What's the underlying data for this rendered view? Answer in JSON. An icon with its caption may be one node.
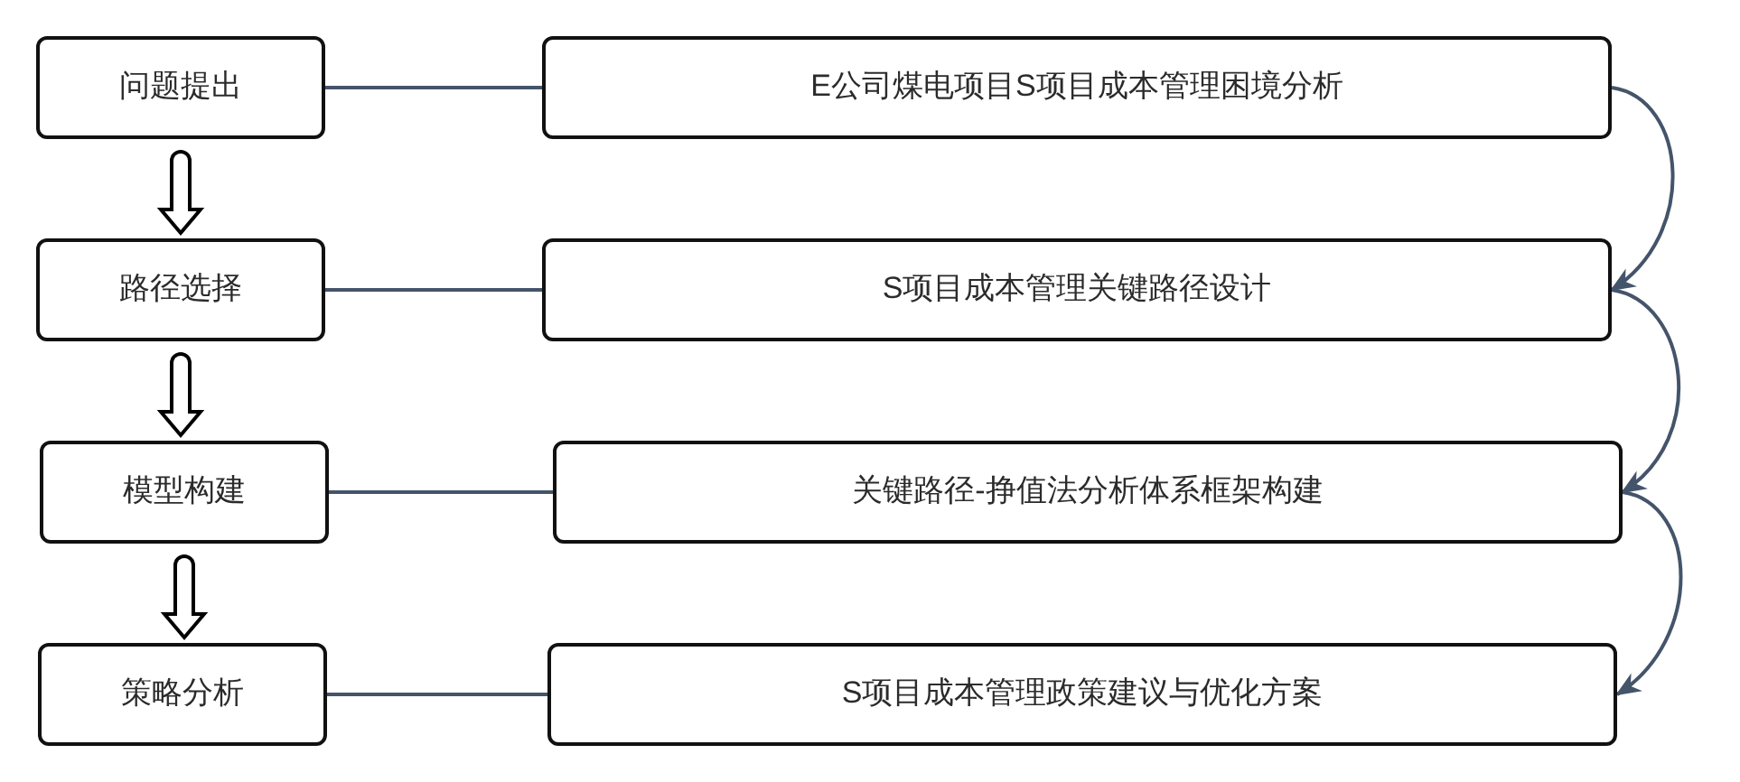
{
  "diagram": {
    "nodes": [
      {
        "text": [
          "问题提出"
        ]
      },
      {
        "text": [
          "E公司煤电项目S项目成本管理困境分析"
        ]
      },
      {
        "text": [
          "路径选择"
        ]
      },
      {
        "text": [
          "S项目成本管理关键路径设计"
        ]
      },
      {
        "text": [
          "模型构建"
        ]
      },
      {
        "text": [
          "关键路径-挣值法分析体系框架构建"
        ]
      },
      {
        "text": [
          "策略分析"
        ]
      },
      {
        "text": [
          "S项目成本管理政策建议与优化方案"
        ]
      }
    ],
    "edges": [
      {
        "from": 0,
        "to": 1,
        "arrow": "none"
      },
      {
        "from": 2,
        "to": 3,
        "arrow": "none"
      },
      {
        "from": 4,
        "to": 5,
        "arrow": "none"
      },
      {
        "from": 6,
        "to": 7,
        "arrow": "none"
      },
      {
        "from": 0,
        "to": 2,
        "arrow": "to",
        "style": "thick",
        "color": "#000000"
      },
      {
        "from": 2,
        "to": 4,
        "arrow": "to",
        "style": "thick",
        "color": "#000000"
      },
      {
        "from": 4,
        "to": 6,
        "arrow": "to",
        "style": "thick",
        "color": "#000000"
      },
      {
        "from": 1,
        "to": 3,
        "arrow": "to"
      },
      {
        "from": 3,
        "to": 5,
        "arrow": "to"
      },
      {
        "from": 5,
        "to": 7,
        "arrow": "to"
      }
    ]
  }
}
